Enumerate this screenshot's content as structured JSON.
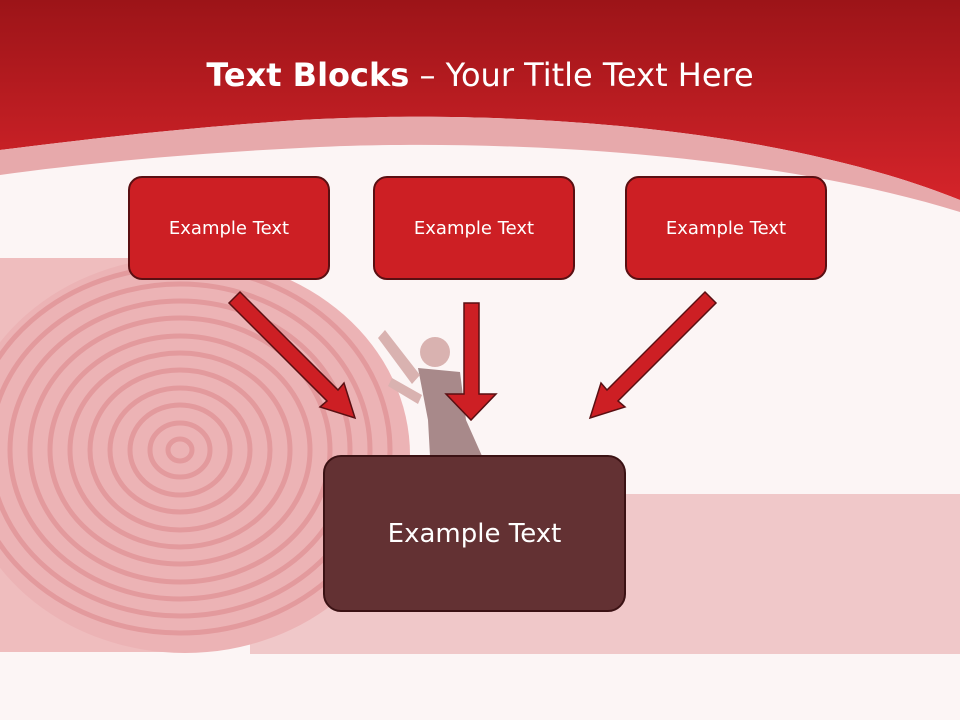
{
  "title": {
    "bold": "Text Blocks",
    "dash": " – ",
    "rest": "Your Title Text Here"
  },
  "boxes": {
    "top_left": "Example Text",
    "top_middle": "Example Text",
    "top_right": "Example Text",
    "center": "Example Text"
  },
  "colors": {
    "banner": "#cd1f24",
    "box_fill": "#cd1f24",
    "center_fill": "#633133",
    "arrow": "#cd1f24",
    "background": "#fcf5f5"
  }
}
